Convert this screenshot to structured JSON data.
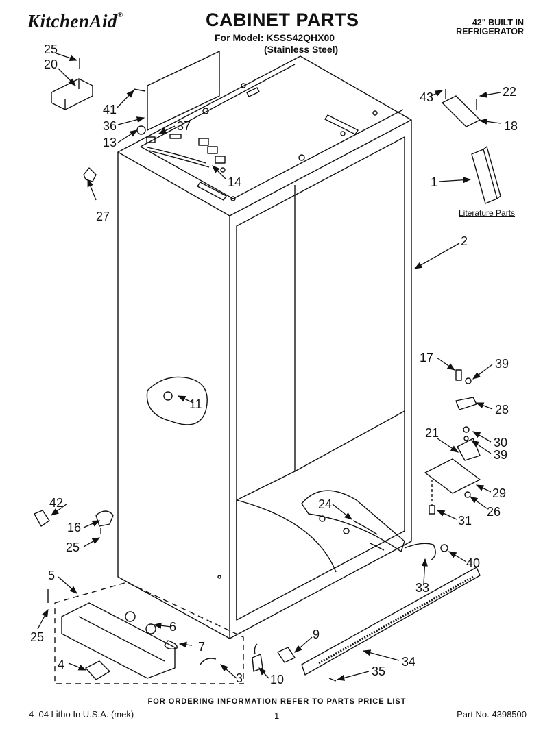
{
  "header": {
    "brand": "KitchenAid",
    "brand_mark": "®",
    "title": "CABINET PARTS",
    "model_line": "For Model: KSSS42QHX00",
    "finish_line": "(Stainless Steel)",
    "spec_line1": "42\" BUILT IN",
    "spec_line2": "REFRIGERATOR"
  },
  "literature_label": "Literature Parts",
  "callouts": [
    "25",
    "20",
    "41",
    "36",
    "37",
    "13",
    "14",
    "27",
    "43",
    "22",
    "18",
    "1",
    "2",
    "11",
    "17",
    "39",
    "28",
    "21",
    "30",
    "39",
    "29",
    "31",
    "26",
    "42",
    "16",
    "25",
    "24",
    "40",
    "33",
    "5",
    "25",
    "6",
    "7",
    "4",
    "3",
    "9",
    "10",
    "34",
    "35"
  ],
  "footer": {
    "note": "FOR ORDERING INFORMATION REFER TO PARTS PRICE LIST",
    "left": "4–04 Litho In U.S.A. (mek)",
    "page": "1",
    "right": "Part No. 4398500"
  }
}
